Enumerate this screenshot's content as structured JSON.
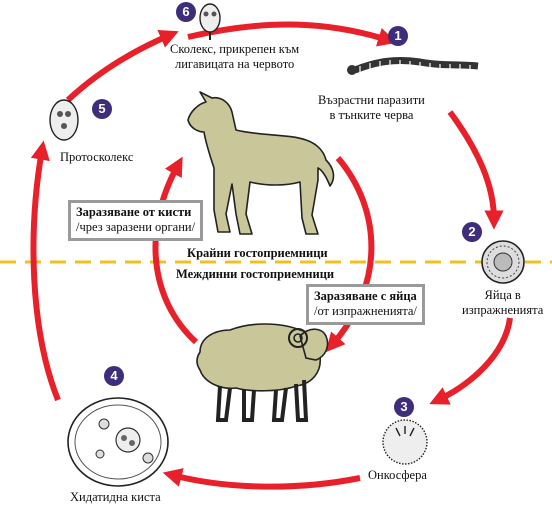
{
  "colors": {
    "arrow": "#e8202a",
    "badge": "#3d2d7a",
    "divider": "#f0c020",
    "animal": "#c9c79a",
    "outline": "#222222"
  },
  "stages": [
    {
      "number": "1",
      "label_lines": [
        "Възрастни паразити",
        "в тънките черва"
      ]
    },
    {
      "number": "2",
      "label_lines": [
        "Яйца в",
        "изпражненията"
      ]
    },
    {
      "number": "3",
      "label_lines": [
        "Онкосфера"
      ]
    },
    {
      "number": "4",
      "label_lines": [
        "Хидатидна киста"
      ]
    },
    {
      "number": "5",
      "label_lines": [
        "Протосколекс"
      ]
    },
    {
      "number": "6",
      "label_lines": [
        "Сколекс, прикрепен към",
        "лигавицата на червото"
      ]
    }
  ],
  "hosts": {
    "definitive": "Крайни гостоприемници",
    "intermediate": "Междинни гостоприемници"
  },
  "infection": {
    "cysts": {
      "title": "Заразяване от кисти",
      "note": "/чрез заразени органи/"
    },
    "eggs": {
      "title": "Заразяване с яйца",
      "note": "/от изпражненията/"
    }
  }
}
